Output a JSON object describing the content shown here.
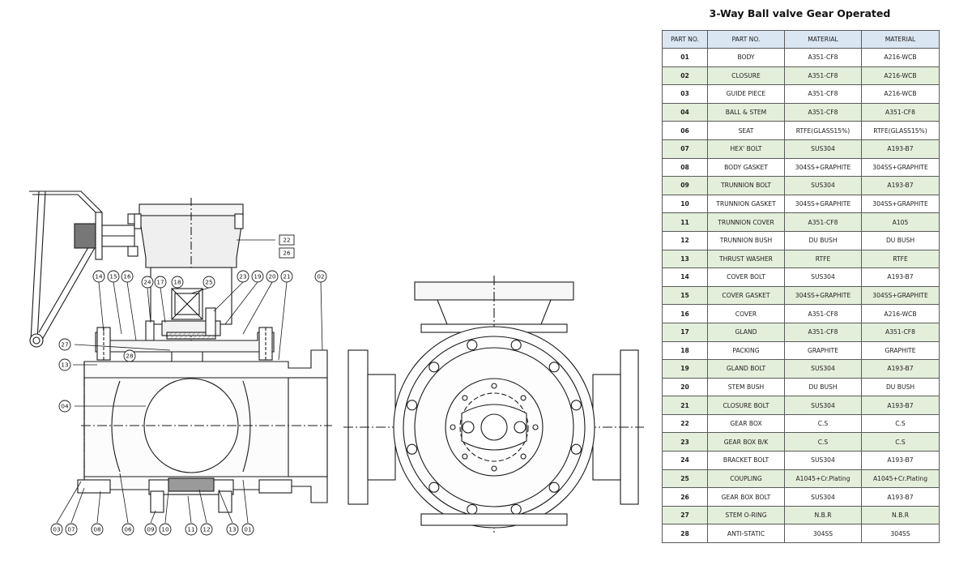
{
  "title": "3-Way Ball valve Gear Operated",
  "table": {
    "headers": [
      "PART NO.",
      "PART NO.",
      "MATERIAL",
      "MATERIAL"
    ],
    "rows": [
      [
        "01",
        "BODY",
        "A351-CF8",
        "A216-WCB"
      ],
      [
        "02",
        "CLOSURE",
        "A351-CF8",
        "A216-WCB"
      ],
      [
        "03",
        "GUIDE PIECE",
        "A351-CF8",
        "A216-WCB"
      ],
      [
        "04",
        "BALL & STEM",
        "A351-CF8",
        "A351-CF8"
      ],
      [
        "06",
        "SEAT",
        "RTFE(GLASS15%)",
        "RTFE(GLASS15%)"
      ],
      [
        "07",
        "HEX' BOLT",
        "SUS304",
        "A193-B7"
      ],
      [
        "08",
        "BODY GASKET",
        "304SS+GRAPHITE",
        "304SS+GRAPHITE"
      ],
      [
        "09",
        "TRUNNION BOLT",
        "SUS304",
        "A193-B7"
      ],
      [
        "10",
        "TRUNNION GASKET",
        "304SS+GRAPHITE",
        "304SS+GRAPHITE"
      ],
      [
        "11",
        "TRUNNION COVER",
        "A351-CF8",
        "A105"
      ],
      [
        "12",
        "TRUNNION BUSH",
        "DU BUSH",
        "DU BUSH"
      ],
      [
        "13",
        "THRUST WASHER",
        "RTFE",
        "RTFE"
      ],
      [
        "14",
        "COVER BOLT",
        "SUS304",
        "A193-B7"
      ],
      [
        "15",
        "COVER GASKET",
        "304SS+GRAPHITE",
        "304SS+GRAPHITE"
      ],
      [
        "16",
        "COVER",
        "A351-CF8",
        "A216-WCB"
      ],
      [
        "17",
        "GLAND",
        "A351-CF8",
        "A351-CF8"
      ],
      [
        "18",
        "PACKING",
        "GRAPHITE",
        "GRAPHITE"
      ],
      [
        "19",
        "GLAND BOLT",
        "SUS304",
        "A193-B7"
      ],
      [
        "20",
        "STEM BUSH",
        "DU BUSH",
        "DU BUSH"
      ],
      [
        "21",
        "CLOSURE BOLT",
        "SUS304",
        "A193-B7"
      ],
      [
        "22",
        "GEAR BOX",
        "C.S",
        "C.S"
      ],
      [
        "23",
        "GEAR BOX B/K",
        "C.S",
        "C.S"
      ],
      [
        "24",
        "BRACKET BOLT",
        "SUS304",
        "A193-B7"
      ],
      [
        "25",
        "COUPLING",
        "A1045+Cr.Plating",
        "A1045+Cr.Plating"
      ],
      [
        "26",
        "GEAR BOX BOLT",
        "SUS304",
        "A193-B7"
      ],
      [
        "27",
        "STEM O-RING",
        "N.B.R",
        "N.B.R"
      ],
      [
        "28",
        "ANTI-STATIC",
        "304SS",
        "304SS"
      ]
    ]
  },
  "callouts": {
    "top": [
      "14",
      "15",
      "16",
      "24",
      "17",
      "18",
      "25",
      "23",
      "19",
      "20",
      "21",
      "02"
    ],
    "side_gear": [
      "22",
      "26"
    ],
    "left": [
      "27",
      "13",
      "04"
    ],
    "inner": [
      "28"
    ],
    "bottom": [
      "03",
      "07",
      "08",
      "06",
      "09",
      "10",
      "11",
      "12",
      "13",
      "01"
    ]
  },
  "colors": {
    "header_bg": "#dae6f2",
    "shaded_row_bg": "#e4efdb",
    "line": "#1a1a1a",
    "metal_fill": "#f2f2f2",
    "dark_fill": "#9a9a9a"
  }
}
